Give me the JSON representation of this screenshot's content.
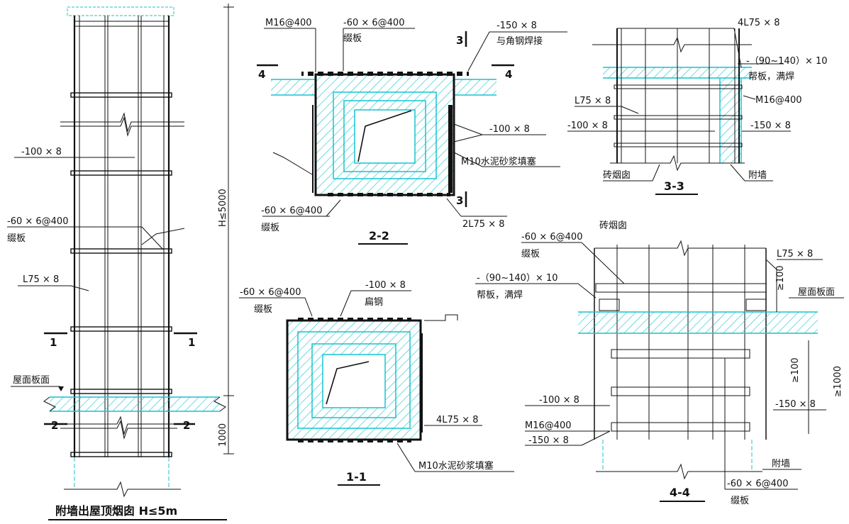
{
  "elevation": {
    "title": "附墙出屋顶烟囱 H≤5m",
    "label_plate_100x8": "-100 × 8",
    "label_batten": "-60 × 6@400",
    "label_batten_name": "缀板",
    "label_angle": "L75 × 8",
    "label_roof": "屋面板面",
    "label_height": "H≤5000",
    "label_1000": "1000",
    "sec1_mark": "1",
    "sec2_mark": "2"
  },
  "section22": {
    "title": "2-2",
    "label_bolt": "M16@400",
    "label_batten_top": "-60 × 6@400",
    "label_batten_top_name": "缀板",
    "label_plate150": "-150 × 8",
    "label_weld": "与角钢焊接",
    "label_plate100": "-100 × 8",
    "label_mortar": "M10水泥砂浆填塞",
    "label_batten_bot": "-60 × 6@400",
    "label_batten_bot_name": "缀板",
    "label_angle": "2L75 × 8",
    "mark4": "4",
    "mark3": "3"
  },
  "section11": {
    "title": "1-1",
    "label_batten": "-60 × 6@400",
    "label_batten_name": "缀板",
    "label_plate": "-100 × 8",
    "label_flat": "扁钢",
    "label_angle": "4L75 × 8",
    "label_mortar": "M10水泥砂浆填塞"
  },
  "section33": {
    "title": "3-3",
    "label_angle4": "4L75 × 8",
    "label_strap": "-（90~140）× 10",
    "label_strap_name": "帮板，满焊",
    "label_bolt": "M16@400",
    "label_angle": "L75 × 8",
    "label_plate100": "-100 × 8",
    "label_plate150": "-150 × 8",
    "label_chimney": "砖烟囱",
    "label_wall": "附墙"
  },
  "section44": {
    "title": "4-4",
    "label_chimney": "砖烟囱",
    "label_batten": "-60 × 6@400",
    "label_batten_name": "缀板",
    "label_angle": "L75 × 8",
    "label_strap": "-（90~140）× 10",
    "label_strap_name": "帮板，满焊",
    "label_ge100a": "≥100",
    "label_roof": "屋面板面",
    "label_ge100b": "≥100",
    "label_ge1000": "≥1000",
    "label_plate100": "-100 × 8",
    "label_plate150a": "-150 × 8",
    "label_bolt": "M16@400",
    "label_plate150b": "-150 × 8",
    "label_wall": "附墙",
    "label_batten_bot": "-60 × 6@400",
    "label_batten_bot_name": "缀板"
  },
  "colors": {
    "line": "#111111",
    "hatch": "#17c3cf"
  }
}
